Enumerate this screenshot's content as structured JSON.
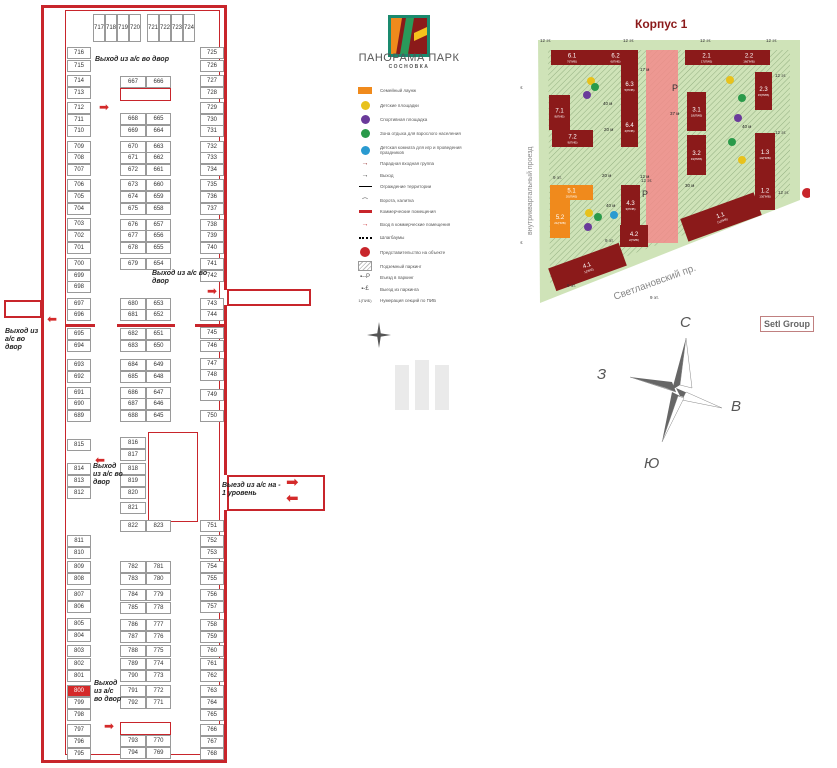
{
  "plan": {
    "top_row": [
      "717",
      "718",
      "719",
      "720",
      "721",
      "722",
      "723",
      "724"
    ],
    "left": [
      "716",
      "715",
      "714",
      "713",
      "712",
      "711",
      "710",
      "709",
      "708",
      "707",
      "706",
      "705",
      "704",
      "703",
      "702",
      "701",
      "700",
      "699",
      "698",
      "697",
      "696",
      "695",
      "694",
      "693",
      "692",
      "691",
      "690",
      "689",
      "815",
      "814",
      "813",
      "812",
      "811",
      "810",
      "809",
      "808",
      "807",
      "806",
      "805",
      "804",
      "803",
      "802",
      "801",
      "800",
      "799",
      "798",
      "797",
      "796",
      "795"
    ],
    "mid_left": [
      "667",
      "668",
      "669",
      "670",
      "671",
      "672",
      "673",
      "674",
      "675",
      "676",
      "677",
      "678",
      "679",
      "680",
      "681",
      "682",
      "683",
      "684",
      "685",
      "686",
      "687",
      "688",
      "816",
      "817",
      "818",
      "819",
      "820",
      "821",
      "822",
      "782",
      "783",
      "784",
      "785",
      "786",
      "787",
      "788",
      "789",
      "790",
      "791",
      "792",
      "793",
      "794"
    ],
    "mid_right": [
      "666",
      "665",
      "664",
      "663",
      "662",
      "661",
      "660",
      "659",
      "658",
      "657",
      "656",
      "655",
      "654",
      "653",
      "652",
      "651",
      "650",
      "649",
      "648",
      "647",
      "646",
      "645",
      "823",
      "781",
      "780",
      "779",
      "778",
      "777",
      "776",
      "775",
      "774",
      "773",
      "772",
      "771",
      "770",
      "769"
    ],
    "right": [
      "725",
      "726",
      "727",
      "728",
      "729",
      "730",
      "731",
      "732",
      "733",
      "734",
      "735",
      "736",
      "737",
      "738",
      "739",
      "740",
      "741",
      "742",
      "743",
      "744",
      "745",
      "746",
      "747",
      "748",
      "749",
      "750",
      "751",
      "752",
      "753",
      "754",
      "755",
      "756",
      "757",
      "758",
      "759",
      "760",
      "761",
      "762",
      "763",
      "764",
      "765",
      "766",
      "767",
      "768"
    ],
    "highlight_spot": "800",
    "notes": {
      "exit_1": "Выход из а/с во двор",
      "exit_2": "Выход из а/с во двор",
      "exit_3": "Выход из а/с во двор",
      "exit_4": "Выход из а/с во двор",
      "exit_5": "Выход из а/с во двор",
      "ramp": "Выезд из а/с на - 1 уровень"
    }
  },
  "brand": {
    "title": "ПАНОРАМА ПАРК",
    "subtitle": "СОСНОВКА",
    "developer": "Setl Group"
  },
  "legend": [
    {
      "icon": "orange-square",
      "label": "Семейный лаунж"
    },
    {
      "icon": "yellow-circle",
      "label": "Детские площадки"
    },
    {
      "icon": "purple-circle",
      "label": "Спортивная площадка"
    },
    {
      "icon": "green-circle",
      "label": "Зона отдыха для взрослого населения"
    },
    {
      "icon": "blue-circle",
      "label": "Детская комната для игр и проведения праздников"
    },
    {
      "icon": "entrance-arrow",
      "label": "Парадная входная группа"
    },
    {
      "icon": "exit-arrow",
      "label": "Выход"
    },
    {
      "icon": "fence-line",
      "label": "Ограждение территории"
    },
    {
      "icon": "gate",
      "label": "Ворота, калитка"
    },
    {
      "icon": "commercial-bar",
      "label": "Коммерческие помещения"
    },
    {
      "icon": "commercial-entrance-arrow",
      "label": "Вход в коммерческие помещения"
    },
    {
      "icon": "barrier-dashed",
      "label": "Шлагбаумы"
    },
    {
      "icon": "office-marker",
      "label": "Представительство на объекте"
    },
    {
      "icon": "hatched-square",
      "label": "Подземный паркинг"
    },
    {
      "icon": "parking-entry",
      "label": "Въезд в паркинг"
    },
    {
      "icon": "parking-exit",
      "label": "Выезд из паркинга"
    },
    {
      "icon": "section-number",
      "label": "Нумерация секций по ПИБ"
    }
  ],
  "site": {
    "title": "Корпус 1",
    "street_bottom": "Светлановский пр.",
    "street_left": "внутриквартальный проезд",
    "buildings": [
      {
        "id": "6.1",
        "sub": "7(ПИБ)"
      },
      {
        "id": "6.2",
        "sub": "6(ПИБ)"
      },
      {
        "id": "6.3",
        "sub": "5(ПИБ)"
      },
      {
        "id": "6.4",
        "sub": "4(ПИБ)"
      },
      {
        "id": "7.1",
        "sub": "8(ПИБ)"
      },
      {
        "id": "7.2",
        "sub": "9(ПИБ)"
      },
      {
        "id": "2.1",
        "sub": "17(ПИБ)"
      },
      {
        "id": "2.2",
        "sub": "16(ПИБ)"
      },
      {
        "id": "2.3",
        "sub": "15(ПИБ)"
      },
      {
        "id": "3.1",
        "sub": "18(ПИБ)"
      },
      {
        "id": "3.2",
        "sub": "19(ПИБ)"
      },
      {
        "id": "1.3",
        "sub": "14(ПИБ)"
      },
      {
        "id": "1.2",
        "sub": "13(ПИБ)"
      },
      {
        "id": "1.1",
        "sub": "11(ПИБ)"
      },
      {
        "id": "5.1",
        "sub": "20(ПИБ)"
      },
      {
        "id": "5.2",
        "sub": "21(ПИБ)"
      },
      {
        "id": "4.3",
        "sub": "3(ПИБ)"
      },
      {
        "id": "4.2",
        "sub": "2(ПИБ)"
      },
      {
        "id": "4.1",
        "sub": "1(ПИБ)"
      }
    ],
    "floor_labels": [
      "12 эт.",
      "12 эт.",
      "12 эт.",
      "12 эт.",
      "12 эт.",
      "12 эт.",
      "12 эт.",
      "12 эт.",
      "9 эт.",
      "9 эт.",
      "9 эт.",
      "9 эт.",
      "12 эт.",
      "12 эт."
    ],
    "distances": [
      "40 м",
      "20 м",
      "37 м",
      "40 м",
      "30 м",
      "20 м",
      "40 м",
      "17 м",
      "12 м"
    ],
    "parking_letter": "P"
  },
  "compass": {
    "north": "С",
    "south": "Ю",
    "east": "В",
    "west": "З"
  },
  "colors": {
    "wall": "#c8252b",
    "building": "#8b1a1a",
    "lounge": "#f08a1c",
    "parking_strip": "#f28b8b",
    "ground": "#cfe3b8",
    "highlight": "#d42a2a"
  }
}
